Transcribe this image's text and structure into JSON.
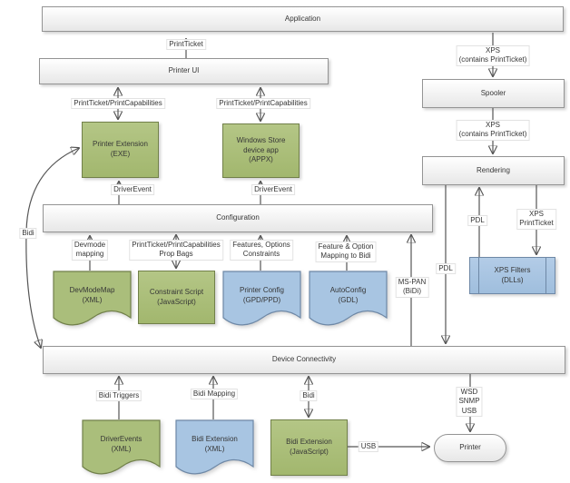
{
  "colors": {
    "green_fill": "#aabe7b",
    "green_border": "#71804a",
    "blue_fill": "#a8c5e2",
    "blue_border": "#6e88a6",
    "box_fill_top": "#ffffff",
    "box_fill_bottom": "#e7e7e7",
    "box_border": "#949494",
    "line": "#555555",
    "label_text": "#363636"
  },
  "boxes": {
    "application": {
      "label": "Application"
    },
    "printer_ui": {
      "label": "Printer UI"
    },
    "spooler": {
      "label": "Spooler"
    },
    "rendering": {
      "label": "Rendering"
    },
    "configuration": {
      "label": "Configuration"
    },
    "device_connectivity": {
      "label": "Device Connectivity"
    },
    "printer_extension": {
      "label": "Printer Extension\n(EXE)"
    },
    "store_app": {
      "label": "Windows Store\ndevice app\n(APPX)"
    },
    "constraint_script": {
      "label": "Constraint Script\n(JavaScript)"
    },
    "bidi_ext_js": {
      "label": "Bidi Extension\n(JavaScript)"
    },
    "xps_filters": {
      "label": "XPS Filters\n(DLLs)"
    },
    "printer": {
      "label": "Printer"
    }
  },
  "docs": {
    "devmodemap": {
      "label": "DevModeMap\n(XML)",
      "color": "green"
    },
    "printer_config": {
      "label": "Printer Config\n(GPD/PPD)",
      "color": "blue"
    },
    "autoconfig": {
      "label": "AutoConfig\n(GDL)",
      "color": "blue"
    },
    "driverevents": {
      "label": "DriverEvents\n(XML)",
      "color": "green"
    },
    "bidi_ext_xml": {
      "label": "Bidi Extension\n(XML)",
      "color": "blue"
    }
  },
  "connector_labels": {
    "print_ticket": "PrintTicket",
    "xps_contains_1": "XPS\n(contains PrintTicket)",
    "xps_contains_2": "XPS\n(contains PrintTicket)",
    "ptpc_left": "PrintTicket/PrintCapabilities",
    "ptpc_right": "PrintTicket/PrintCapabilities",
    "driverevent_left": "DriverEvent",
    "driverevent_right": "DriverEvent",
    "devmode_mapping": "Devmode\nmapping",
    "ptpc_prop_bags": "PrintTicket/PrintCapabilities\nProp Bags",
    "features_options": "Features, Options\nConstraints",
    "feature_option_bidi": "Feature & Option\nMapping to Bidi",
    "ms_pan": "MS-PAN\n(BiDi)",
    "pdl_long": "PDL",
    "pdl_up": "PDL",
    "xps_printticket": "XPS\nPrintTicket",
    "bidi_left": "Bidi",
    "bidi_triggers": "Bidi Triggers",
    "bidi_mapping": "Bidi Mapping",
    "bidi_bottom": "Bidi",
    "usb": "USB",
    "wsd_snmp_usb": "WSD\nSNMP\nUSB"
  }
}
